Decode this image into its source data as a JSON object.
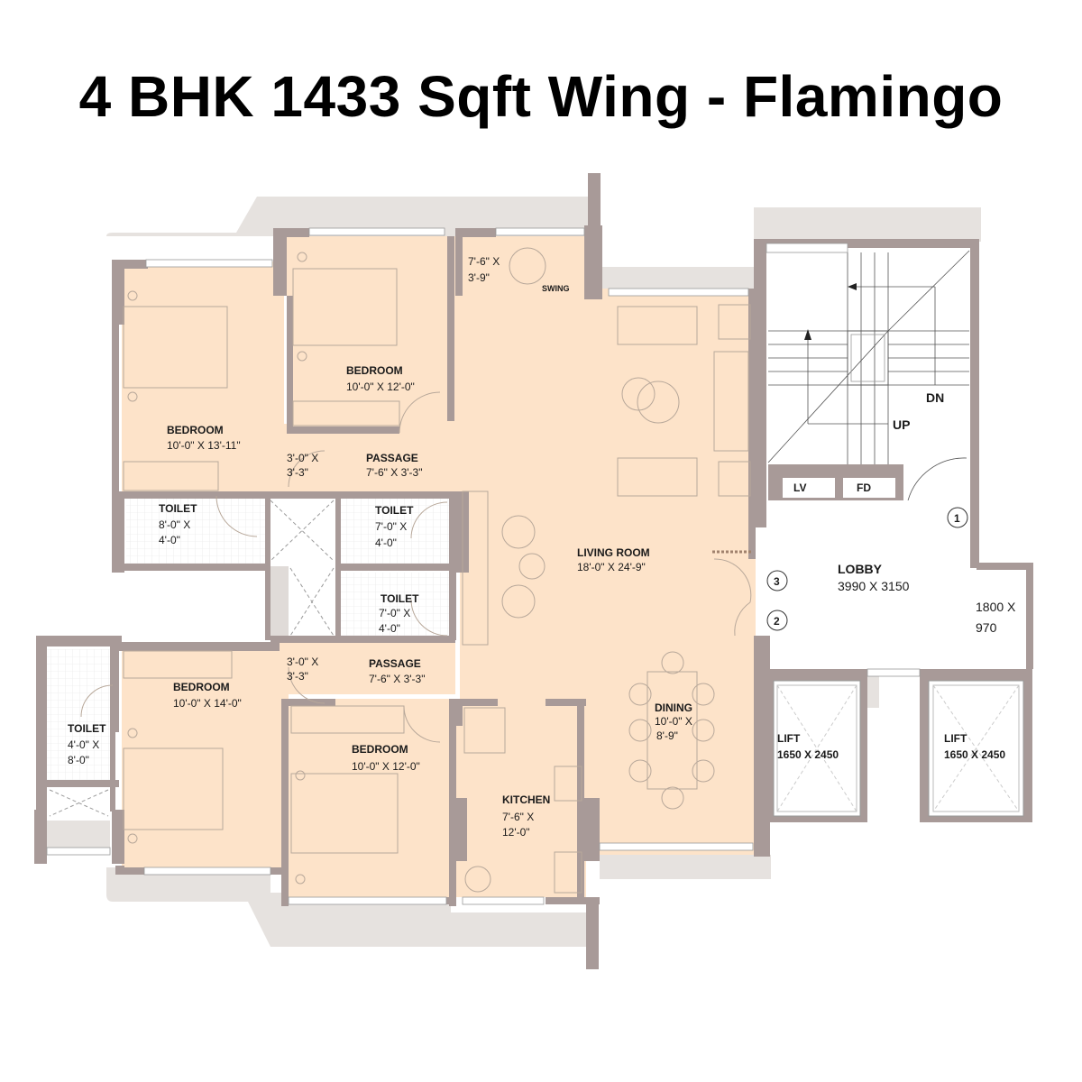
{
  "title": "4 BHK 1433 Sqft Wing - Flamingo",
  "colors": {
    "floor": "#fde3c9",
    "wall": "#a89a98",
    "balcony_shade": "#e6e2df",
    "toilet": "#ffffff",
    "furniture_line": "#b8a89a",
    "text": "#1a1a1a"
  },
  "rooms": {
    "bedroom_top_left": {
      "name": "BEDROOM",
      "size": "10'-0\" X 13'-11\""
    },
    "bedroom_top_mid": {
      "name": "BEDROOM",
      "size": "10'-0\" X 12'-0\""
    },
    "balcony_top": {
      "line1": "7'-6\" X",
      "line2": "3'-9\"",
      "swing_label": "SWING"
    },
    "passage_top": {
      "name": "PASSAGE",
      "size": "7'-6\" X 3'-3\""
    },
    "passage_top_small": {
      "line1": "3'-0\" X",
      "line2": "3'-3\""
    },
    "toilet_1": {
      "name": "TOILET",
      "line1": "8'-0\" X",
      "line2": "4'-0\""
    },
    "toilet_2": {
      "name": "TOILET",
      "line1": "7'-0\" X",
      "line2": "4'-0\""
    },
    "toilet_3": {
      "name": "TOILET",
      "line1": "7'-0\" X",
      "line2": "4'-0\""
    },
    "living_room": {
      "name": "LIVING ROOM",
      "size": "18'-0\" X 24'-9\""
    },
    "passage_bottom": {
      "name": "PASSAGE",
      "size": "7'-6\" X 3'-3\""
    },
    "passage_bottom_small": {
      "line1": "3'-0\" X",
      "line2": "3'-3\""
    },
    "bedroom_bottom_left": {
      "name": "BEDROOM",
      "size": "10'-0\" X 14'-0\""
    },
    "bedroom_bottom_mid": {
      "name": "BEDROOM",
      "size": "10'-0\" X 12'-0\""
    },
    "toilet_4": {
      "name": "TOILET",
      "line1": "4'-0\" X",
      "line2": "8'-0\""
    },
    "kitchen": {
      "name": "KITCHEN",
      "line1": "7'-6\" X",
      "line2": "12'-0\""
    },
    "dining": {
      "name": "DINING",
      "line1": "10'-0\" X",
      "line2": "8'-9\""
    }
  },
  "core": {
    "stair_up": "UP",
    "stair_down": "DN",
    "lv": "LV",
    "fd": "FD",
    "lobby": {
      "name": "LOBBY",
      "size": "3990 X 3150"
    },
    "lobby_ext": {
      "line1": "1800 X",
      "line2": "970"
    },
    "flat_markers": [
      "1",
      "2",
      "3"
    ],
    "lift_1": {
      "name": "LIFT",
      "size": "1650 X 2450"
    },
    "lift_2": {
      "name": "LIFT",
      "size": "1650 X 2450"
    }
  }
}
